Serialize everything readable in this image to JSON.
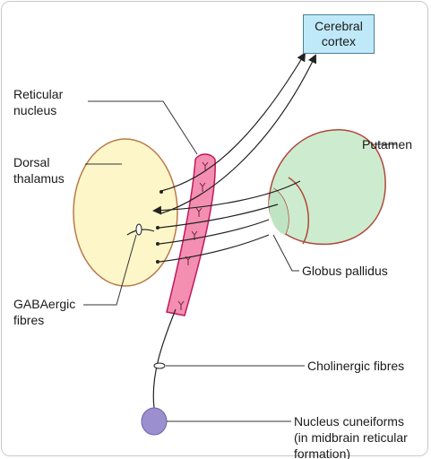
{
  "labels": {
    "cerebral_cortex": "Cerebral\ncortex",
    "reticular_nucleus": "Reticular\nnucleus",
    "dorsal_thalamus": "Dorsal\nthalamus",
    "putamen": "Putamen",
    "globus_pallidus": "Globus pallidus",
    "gabaergic_fibres": "GABAergic\nfibres",
    "cholinergic_fibres": "Cholinergic fibres",
    "nucleus_cuneiforms": "Nucleus cuneiforms\n(in midbrain reticular formation)"
  },
  "colors": {
    "thalamus_fill": "#fdf6c8",
    "thalamus_stroke": "#b87a4a",
    "reticular_fill": "#f48fb1",
    "reticular_stroke": "#c2185b",
    "putamen_fill": "#cdeccf",
    "putamen_stroke": "#b0473a",
    "nucleus_fill": "#9b8fd0",
    "cortex_fill": "#bfe9f8",
    "line": "#222222"
  }
}
